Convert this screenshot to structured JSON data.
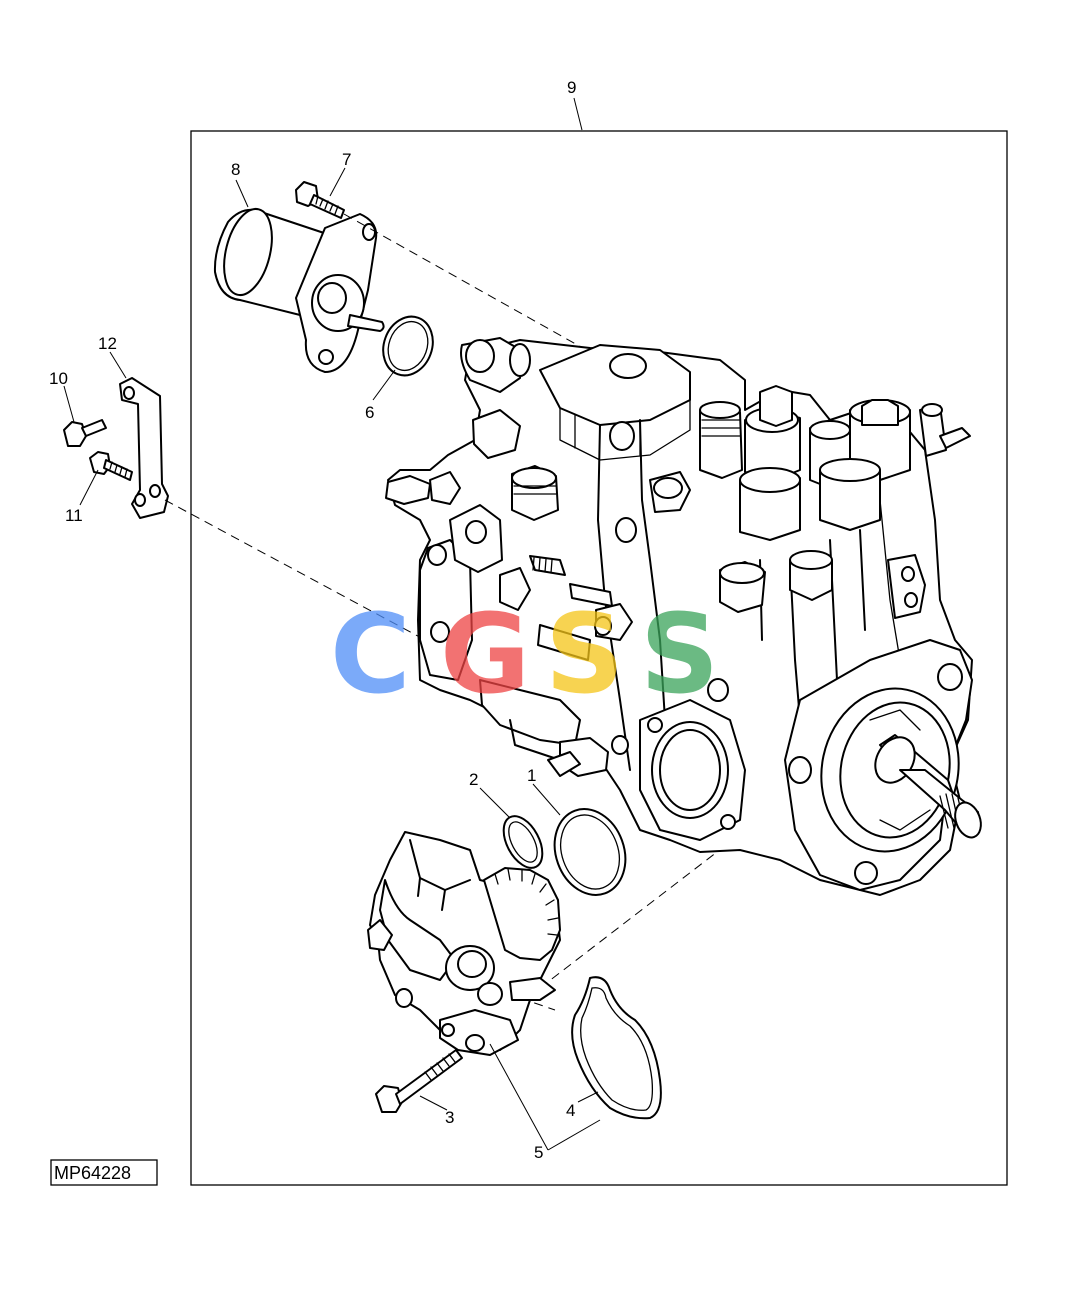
{
  "diagram": {
    "reference_code": "MP64228",
    "watermark": {
      "letters": [
        "C",
        "G",
        "S",
        "S"
      ],
      "colors": [
        "#4f8ef7",
        "#ee4444",
        "#f5c518",
        "#3aa35a"
      ]
    },
    "callouts": [
      {
        "id": "1",
        "label": "1"
      },
      {
        "id": "2",
        "label": "2"
      },
      {
        "id": "3",
        "label": "3"
      },
      {
        "id": "4",
        "label": "4"
      },
      {
        "id": "5",
        "label": "5"
      },
      {
        "id": "6",
        "label": "6"
      },
      {
        "id": "7",
        "label": "7"
      },
      {
        "id": "8",
        "label": "8"
      },
      {
        "id": "9",
        "label": "9"
      },
      {
        "id": "10",
        "label": "10"
      },
      {
        "id": "11",
        "label": "11"
      },
      {
        "id": "12",
        "label": "12"
      }
    ]
  }
}
